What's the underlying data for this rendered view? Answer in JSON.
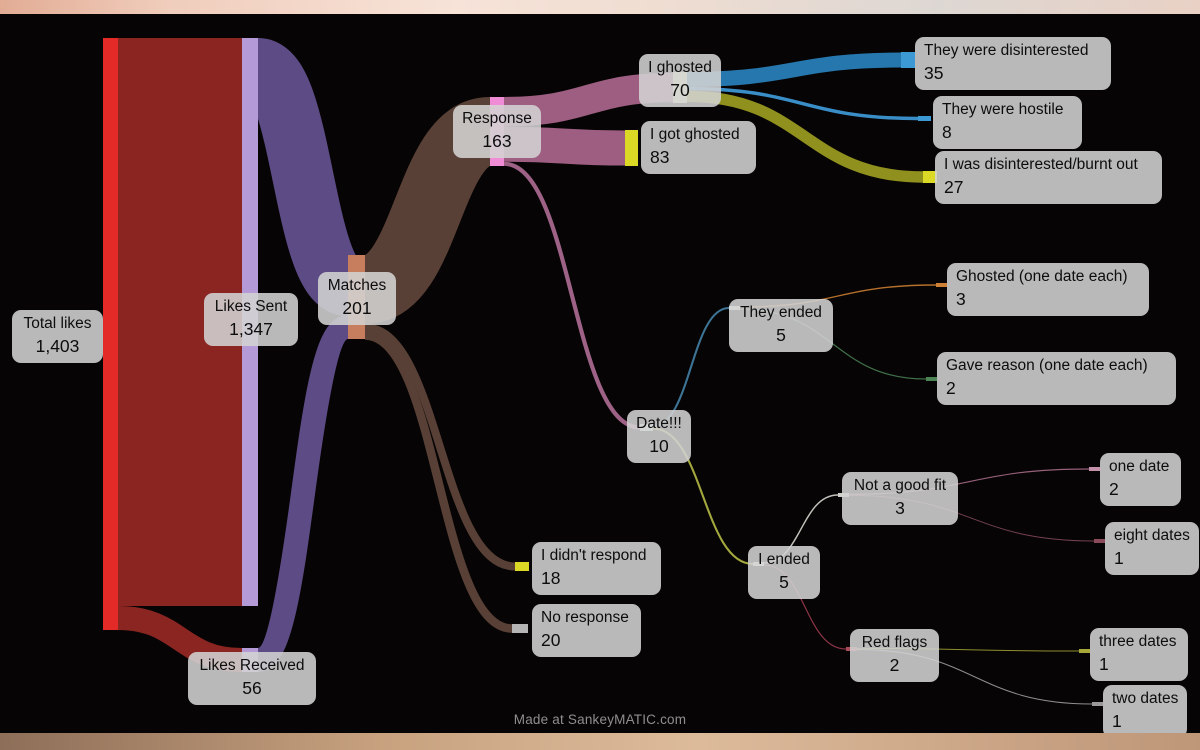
{
  "page": {
    "background": "#060404",
    "frame_top_color": "#f0cdbc",
    "frame_bottom_color": "#c8a27f"
  },
  "footer": {
    "credit": "Made at SankeyMATIC.com"
  },
  "chart_data": {
    "type": "sankey",
    "title": "",
    "legend": "none",
    "units_total": 1403,
    "nodes": [
      {
        "id": "total_likes",
        "label": "Total likes",
        "value": 1403,
        "display_value": "1,403",
        "color": "#e42a26"
      },
      {
        "id": "likes_sent",
        "label": "Likes Sent",
        "value": 1347,
        "display_value": "1,347",
        "color": "#b59ad8"
      },
      {
        "id": "likes_received",
        "label": "Likes Received",
        "value": 56,
        "display_value": "56",
        "color": "#b59ad8"
      },
      {
        "id": "matches",
        "label": "Matches",
        "value": 201,
        "display_value": "201",
        "color": "#c67e5f"
      },
      {
        "id": "response",
        "label": "Response",
        "value": 163,
        "display_value": "163",
        "color": "#f08bd6"
      },
      {
        "id": "i_ghosted",
        "label": "I ghosted",
        "value": 70,
        "display_value": "70",
        "color": "#f2f2c6"
      },
      {
        "id": "i_got_ghosted",
        "label": "I got ghosted",
        "value": 83,
        "display_value": "83",
        "color": "#dbd826"
      },
      {
        "id": "date",
        "label": "Date!!!",
        "value": 10,
        "display_value": "10",
        "color": "#c8f0e4"
      },
      {
        "id": "i_didnt_respond",
        "label": "I didn't respond",
        "value": 18,
        "display_value": "18",
        "color": "#dbd826"
      },
      {
        "id": "no_response",
        "label": "No response",
        "value": 20,
        "display_value": "20",
        "color": "#b5b5b5"
      },
      {
        "id": "they_were_disinterested",
        "label": "They were disinterested",
        "value": 35,
        "display_value": "35",
        "color": "#3d99d4"
      },
      {
        "id": "they_were_hostile",
        "label": "They were hostile",
        "value": 8,
        "display_value": "8",
        "color": "#3d99d4"
      },
      {
        "id": "i_was_disinterested",
        "label": "I was disinterested/burnt out",
        "value": 27,
        "display_value": "27",
        "color": "#dbd826"
      },
      {
        "id": "they_ended",
        "label": "They ended",
        "value": 5,
        "display_value": "5",
        "color": "#e6e9ec"
      },
      {
        "id": "i_ended",
        "label": "I ended",
        "value": 5,
        "display_value": "5",
        "color": "#efefd8"
      },
      {
        "id": "ghosted_one_date",
        "label": "Ghosted (one date each)",
        "value": 3,
        "display_value": "3",
        "color": "#cd8136"
      },
      {
        "id": "gave_reason",
        "label": "Gave reason (one date each)",
        "value": 2,
        "display_value": "2",
        "color": "#4d8455"
      },
      {
        "id": "not_a_good_fit",
        "label": "Not a good fit",
        "value": 3,
        "display_value": "3",
        "color": "#cfcfc9"
      },
      {
        "id": "one_date",
        "label": "one date",
        "value": 2,
        "display_value": "2",
        "color": "#c490aa"
      },
      {
        "id": "eight_dates",
        "label": "eight dates",
        "value": 1,
        "display_value": "1",
        "color": "#8a4a5a"
      },
      {
        "id": "red_flags",
        "label": "Red flags",
        "value": 2,
        "display_value": "2",
        "color": "#a84a5a"
      },
      {
        "id": "three_dates",
        "label": "three dates",
        "value": 1,
        "display_value": "1",
        "color": "#a8a83a"
      },
      {
        "id": "two_dates",
        "label": "two dates",
        "value": 1,
        "display_value": "1",
        "color": "#9a9a9a"
      }
    ],
    "links": [
      {
        "source": "total_likes",
        "target": "likes_sent",
        "value": 1347,
        "color": "#8a2522"
      },
      {
        "source": "total_likes",
        "target": "likes_received",
        "value": 56,
        "color": "#8a2522"
      },
      {
        "source": "likes_sent",
        "target": "matches",
        "value": 145,
        "color": "#5d4b85"
      },
      {
        "source": "likes_received",
        "target": "matches",
        "value": 56,
        "color": "#5d4b85"
      },
      {
        "source": "matches",
        "target": "response",
        "value": 163,
        "color": "#594036"
      },
      {
        "source": "matches",
        "target": "i_didnt_respond",
        "value": 18,
        "color": "#594036"
      },
      {
        "source": "matches",
        "target": "no_response",
        "value": 20,
        "color": "#594036"
      },
      {
        "source": "response",
        "target": "i_ghosted",
        "value": 70,
        "color": "#9d5e81"
      },
      {
        "source": "response",
        "target": "i_got_ghosted",
        "value": 83,
        "color": "#9d5e81"
      },
      {
        "source": "response",
        "target": "date",
        "value": 10,
        "color": "#9d6286"
      },
      {
        "source": "i_ghosted",
        "target": "they_were_disinterested",
        "value": 35,
        "color": "#2577ae"
      },
      {
        "source": "i_ghosted",
        "target": "i_was_disinterested",
        "value": 27,
        "color": "#90901e"
      },
      {
        "source": "i_ghosted",
        "target": "they_were_hostile",
        "value": 8,
        "color": "#3a8ec8"
      },
      {
        "source": "date",
        "target": "they_ended",
        "value": 5,
        "color": "#3d7496"
      },
      {
        "source": "date",
        "target": "i_ended",
        "value": 5,
        "color": "#a3a83e"
      },
      {
        "source": "they_ended",
        "target": "ghosted_one_date",
        "value": 3,
        "color": "#b4702c"
      },
      {
        "source": "they_ended",
        "target": "gave_reason",
        "value": 2,
        "color": "#41714a"
      },
      {
        "source": "i_ended",
        "target": "not_a_good_fit",
        "value": 3,
        "color": "#c2c2bc"
      },
      {
        "source": "i_ended",
        "target": "red_flags",
        "value": 2,
        "color": "#8e3448"
      },
      {
        "source": "not_a_good_fit",
        "target": "one_date",
        "value": 2,
        "color": "#96607a"
      },
      {
        "source": "not_a_good_fit",
        "target": "eight_dates",
        "value": 1,
        "color": "#744150"
      },
      {
        "source": "red_flags",
        "target": "three_dates",
        "value": 1,
        "color": "#8e8e30"
      },
      {
        "source": "red_flags",
        "target": "two_dates",
        "value": 1,
        "color": "#8f8f8f"
      }
    ]
  }
}
